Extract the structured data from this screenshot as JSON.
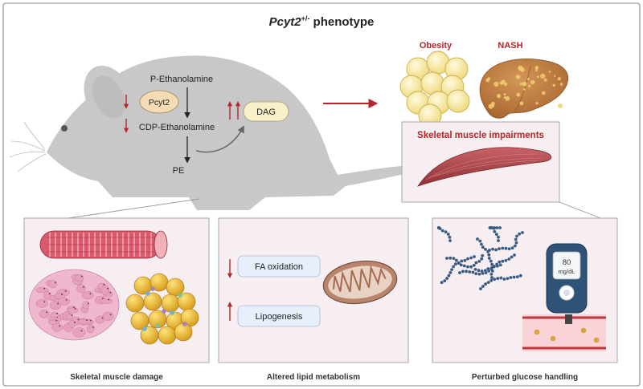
{
  "title": {
    "gene": "Pcyt2",
    "superscript": "+/-",
    "rest": " phenotype"
  },
  "pathway": {
    "substrate": "P-Ethanolamine",
    "enzyme": "Pcyt2",
    "intermediate": "CDP-Ethanolamine",
    "product": "PE",
    "accumulated": "DAG"
  },
  "outcomes": {
    "obesity": "Obesity",
    "nash": "NASH",
    "muscle_impairment": "Skeletal muscle impairments"
  },
  "panels": [
    {
      "caption": "Skeletal muscle damage"
    },
    {
      "caption": "Altered lipid metabolism",
      "down_label": "FA oxidation",
      "up_label": "Lipogenesis"
    },
    {
      "caption": "Perturbed glucose handling",
      "meter_value": "80",
      "meter_unit": "mg/dL"
    }
  ],
  "colors": {
    "mouse": "#c8c8c8",
    "accent_red": "#b5262b",
    "muscle_red": "#b8474a",
    "panel_bg": "#f6eef0",
    "panel_border": "#a7a7a7",
    "fat": "#f8eaa0",
    "liver": "#c6864a",
    "glucose_dot": "#3a5a83",
    "box_blue": "#e6effb"
  }
}
